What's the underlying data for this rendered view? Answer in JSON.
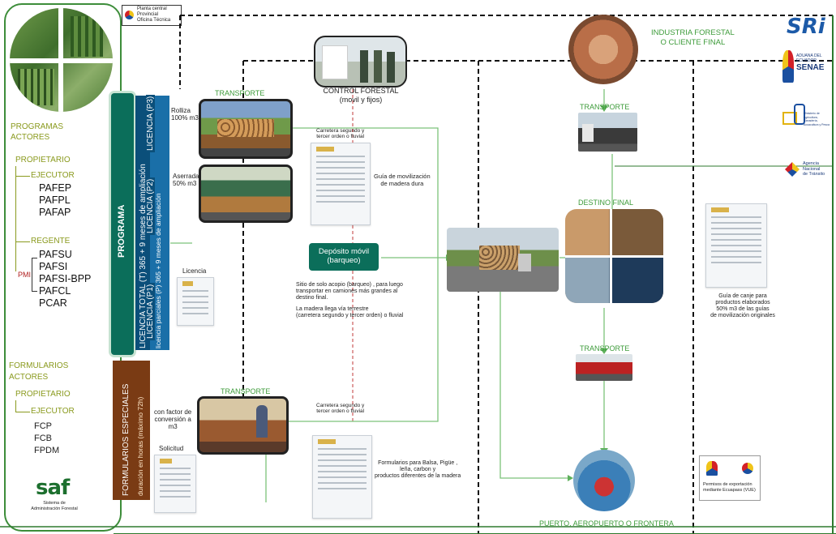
{
  "header_label": {
    "line1": "Planta central",
    "line2": "Provincial",
    "line3": "Oficina Técnica"
  },
  "left_panel": {
    "programas_title_1": "PROGRAMAS",
    "programas_title_2": "ACTORES",
    "propietario": "PROPIETARIO",
    "ejecutor": "EJECUTOR",
    "ejecutor_items": [
      "PAFEP",
      "PAFPL",
      "PAFAP"
    ],
    "regente": "REGENTE",
    "regente_items": [
      "PAFSU",
      "PAFSI",
      "PAFSI-BPP",
      "PAFCL",
      "PCAR"
    ],
    "pmi": "PMI",
    "formularios_title_1": "FORMULARIOS",
    "formularios_title_2": "ACTORES",
    "form_propietario": "PROPIETARIO",
    "form_ejecutor": "EJECUTOR",
    "form_items": [
      "FCP",
      "FCB",
      "FPDM"
    ],
    "saf_logo": "saf",
    "saf_sub_1": "Sistema de",
    "saf_sub_2": "Administración Forestal"
  },
  "bars": {
    "programa": "PROGRAMA",
    "licencia_p3": "LICENCIA (P3)",
    "licencia_p2": "LICENCIA (P2)",
    "licencia_total": "LICENCIA TOTAL (T) 365 + 9 meses de ampliación",
    "licencia_parciales": "licencia parciales (P) 365 + 9 meses de ampliación",
    "licencia_p1": "LICENCIA (P1)",
    "formularios": "FORMULARIOS ESPECIALES",
    "formularios_sub": "duración en horas (máximo 72h)"
  },
  "flow": {
    "transporte_top": "TRANSPORTE",
    "rolliza_1": "Rolliza",
    "rolliza_2": "100% m3",
    "aserrada_1": "Aserrada",
    "aserrada_2": "50% m3",
    "licencia": "Licencia",
    "control_title_1": "CONTROL FORESTAL",
    "control_title_2": "(movil y fijos)",
    "carretera_top_1": "Carretera segundo y",
    "carretera_top_2": "tercer orden o fluvial",
    "guia_1": "Guía de movilización",
    "guia_2": "de madera dura",
    "deposito_1": "Depósito móvil",
    "deposito_2": "(barqueo)",
    "sitio_1": "Sitio de solo acopio (barqueo) , para luego",
    "sitio_2": "transportar en camiones más grandes al",
    "sitio_3": "destino final.",
    "madera_1": "La madera llega vía terrestre",
    "madera_2": "(carretera segundo y tercer orden) o fluvial",
    "transporte_bottom": "TRANSPORTE",
    "factor_1": "con factor de",
    "factor_2": "conversión a",
    "factor_3": "m3",
    "solicitud": "Solicitud",
    "carretera_bot_1": "Carretera segundo y",
    "carretera_bot_2": "tercer orden o fluvial",
    "form_1": "Formularios para Balsa, Pigüe ,",
    "form_2": "leña, carbon y",
    "form_3": "productos diferentes de la madera",
    "industria_1": "INDUSTRIA FORESTAL",
    "industria_2": "O CLIENTE FINAL",
    "transporte_right_top": "TRANSPORTE",
    "destino": "DESTINO FINAL",
    "transporte_right_bot": "TRANSPORTE",
    "puerto": "PUERTO, AEROPUERTO O FRONTERA",
    "canje_1": "Guía de canje para",
    "canje_2": "productos elaborados",
    "canje_3": "50% m3 de las guías",
    "canje_4": "de movilización  originales",
    "permisos_1": "Permisos de  exportación",
    "permisos_2": "mediante Ecuapass (VUE)"
  },
  "logos": {
    "sri": "SRi",
    "senae_1": "ADUANA DEL",
    "senae_2": "ECUADOR",
    "senae_3": "SENAE",
    "magap": "Ministerio de Agricultura, Ganadería, Acuacultura y Pesca",
    "ant_1": "Agencia",
    "ant_2": "Nacional",
    "ant_3": "de Tránsito"
  },
  "colors": {
    "olive": "#8a9a1e",
    "green": "#3d9b3a",
    "teal": "#0b6e5a",
    "blue": "#1a6fa8",
    "brown": "#7a3b14"
  }
}
